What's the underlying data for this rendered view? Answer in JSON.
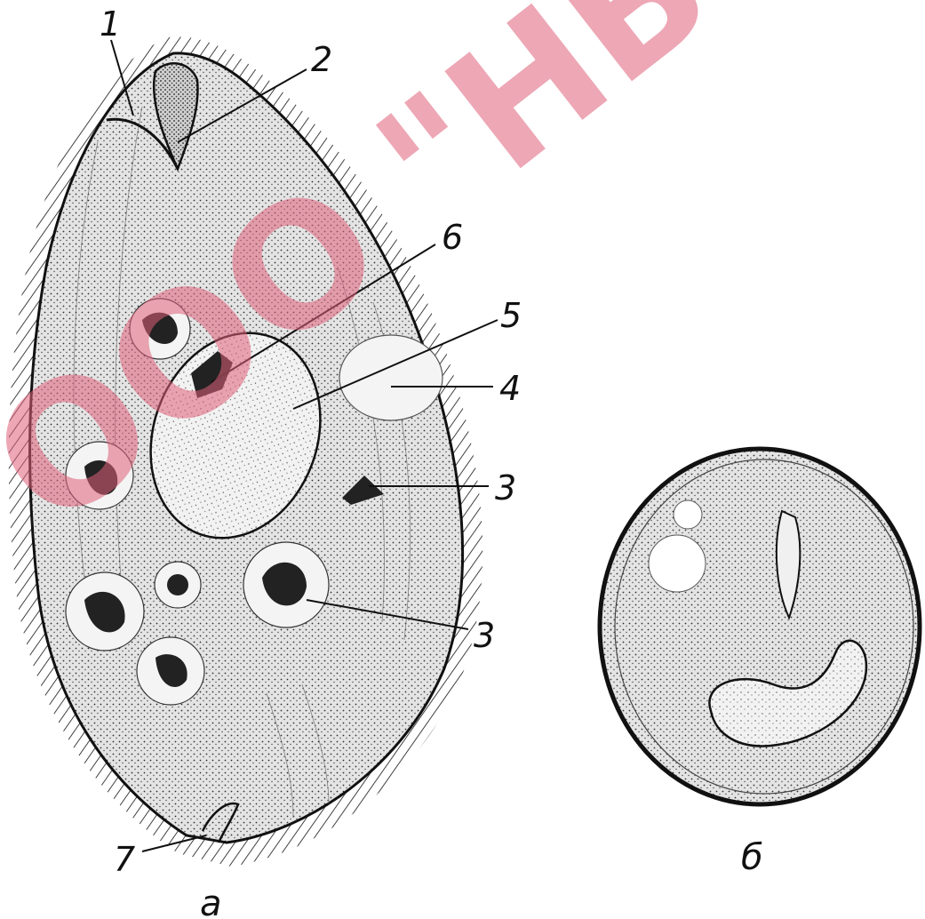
{
  "labels": {
    "n1": "1",
    "n2": "2",
    "n3a": "3",
    "n3b": "3",
    "n4": "4",
    "n5": "5",
    "n6": "6",
    "n7": "7"
  },
  "subfigures": {
    "a": "а",
    "b": "б"
  },
  "watermark": {
    "text": "ООО \"НВ",
    "color": "#e0607a"
  },
  "colors": {
    "ink": "#111111",
    "cell_fill": "#d2d2d2",
    "vacuole_fill": "#eeeeee"
  }
}
